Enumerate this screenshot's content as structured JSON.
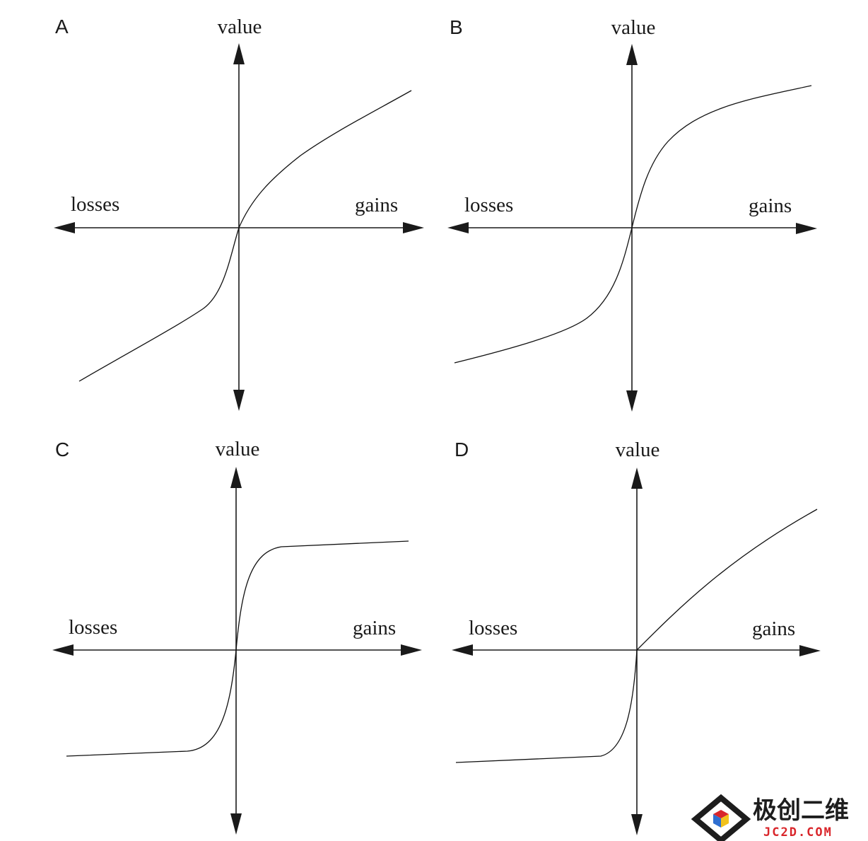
{
  "panels": [
    {
      "letter": "A",
      "y_label": "value",
      "left_label": "losses",
      "right_label": "gains"
    },
    {
      "letter": "B",
      "y_label": "value",
      "left_label": "losses",
      "right_label": "gains"
    },
    {
      "letter": "C",
      "y_label": "value",
      "left_label": "losses",
      "right_label": "gains"
    },
    {
      "letter": "D",
      "y_label": "value",
      "left_label": "losses",
      "right_label": "gains"
    }
  ],
  "watermark": {
    "title": "极创二维",
    "subtitle": "JC2D.COM",
    "colors": {
      "red": "#d9262b",
      "blue": "#2f6fd1",
      "yellow": "#f2c21b",
      "dark": "#1d1d1d"
    }
  }
}
